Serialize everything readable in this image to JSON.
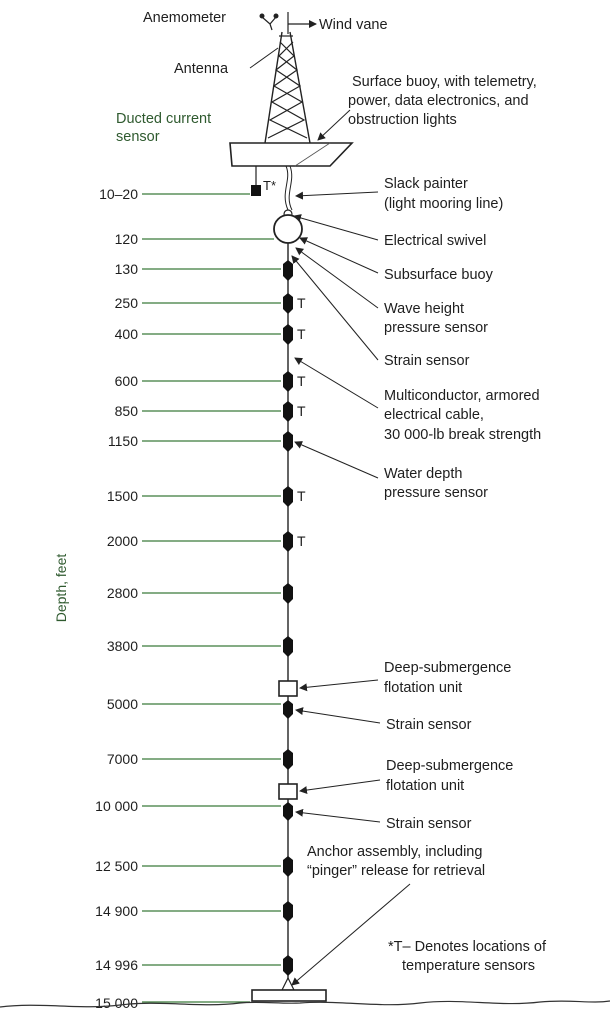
{
  "diagram": {
    "axis_label": "Depth, feet",
    "surface_labels": {
      "anemometer": "Anemometer",
      "wind_vane": "Wind vane",
      "antenna": "Antenna",
      "buoy": [
        "Surface buoy, with telemetry,",
        "power, data electronics, and",
        "obstruction lights"
      ],
      "ducted_sensor": [
        "Ducted current",
        "sensor"
      ],
      "temp_mark_near_buoy": "T*"
    },
    "depths": [
      "10–20",
      "120",
      "130",
      "250",
      "400",
      "600",
      "850",
      "1150",
      "1500",
      "2000",
      "2800",
      "3800",
      "5000",
      "7000",
      "10 000",
      "12 500",
      "14 900",
      "14 996",
      "15 000"
    ],
    "temperature_mark": "T",
    "annotations": {
      "slack_painter": [
        "Slack painter",
        "(light mooring line)"
      ],
      "electrical_swivel": "Electrical swivel",
      "subsurface_buoy": "Subsurface buoy",
      "wave_height": [
        "Wave height",
        "pressure sensor"
      ],
      "strain_sensor_1": "Strain sensor",
      "cable": [
        "Multiconductor, armored",
        "electrical cable,",
        "30 000-lb break strength"
      ],
      "water_depth": [
        "Water depth",
        "pressure sensor"
      ],
      "flotation_1": [
        "Deep-submergence",
        "flotation unit"
      ],
      "strain_sensor_2": "Strain sensor",
      "flotation_2": [
        "Deep-submergence",
        "flotation unit"
      ],
      "strain_sensor_3": "Strain sensor",
      "anchor": [
        "Anchor assembly, including",
        "“pinger” release for retrieval"
      ],
      "footnote": [
        "*T– Denotes locations of",
        "temperature sensors"
      ]
    }
  }
}
